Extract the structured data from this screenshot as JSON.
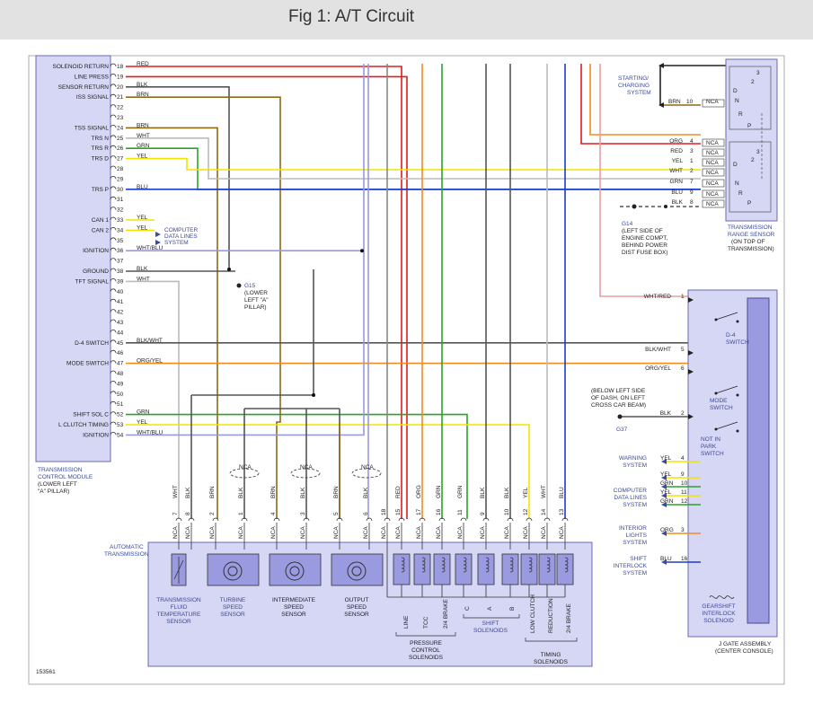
{
  "title": "Fig 1: A/T Circuit",
  "figure_id": "153561",
  "colors": {
    "red": "#e31b1b",
    "orange": "#f28c1e",
    "yellow": "#f2e300",
    "green": "#29a329",
    "blue": "#1c3cc8",
    "brown": "#8b6a14",
    "black": "#555555",
    "white": "#bbbbbb",
    "box": "#d6d6f5",
    "box_stroke": "#6a6ab0"
  },
  "tcm": {
    "title_lines": [
      "TRANSMISSION",
      "CONTROL MODULE",
      "(LOWER LEFT",
      "\"A\" PILLAR)"
    ],
    "pins": [
      {
        "num": "18",
        "label": "SOLENOID RETURN",
        "wire": "RED"
      },
      {
        "num": "19",
        "label": "LINE PRESS",
        "wire": ""
      },
      {
        "num": "20",
        "label": "SENSOR RETURN",
        "wire": "BLK"
      },
      {
        "num": "21",
        "label": "ISS SIGNAL",
        "wire": "BRN"
      },
      {
        "num": "22",
        "label": "",
        "wire": ""
      },
      {
        "num": "23",
        "label": "",
        "wire": ""
      },
      {
        "num": "24",
        "label": "TSS SIGNAL",
        "wire": "BRN"
      },
      {
        "num": "25",
        "label": "TRS N",
        "wire": "WHT"
      },
      {
        "num": "26",
        "label": "TRS R",
        "wire": "GRN"
      },
      {
        "num": "27",
        "label": "TRS D",
        "wire": "YEL"
      },
      {
        "num": "28",
        "label": "",
        "wire": ""
      },
      {
        "num": "29",
        "label": "",
        "wire": ""
      },
      {
        "num": "30",
        "label": "TRS P",
        "wire": "BLU"
      },
      {
        "num": "31",
        "label": "",
        "wire": ""
      },
      {
        "num": "32",
        "label": "",
        "wire": ""
      },
      {
        "num": "33",
        "label": "CAN 1",
        "wire": "YEL"
      },
      {
        "num": "34",
        "label": "CAN 2",
        "wire": "YEL"
      },
      {
        "num": "35",
        "label": "",
        "wire": ""
      },
      {
        "num": "36",
        "label": "IGNITION",
        "wire": "WHT/BLU"
      },
      {
        "num": "37",
        "label": "",
        "wire": ""
      },
      {
        "num": "38",
        "label": "GROUND",
        "wire": "BLK"
      },
      {
        "num": "39",
        "label": "TFT SIGNAL",
        "wire": "WHT"
      },
      {
        "num": "40",
        "label": "",
        "wire": ""
      },
      {
        "num": "41",
        "label": "",
        "wire": ""
      },
      {
        "num": "42",
        "label": "",
        "wire": ""
      },
      {
        "num": "43",
        "label": "",
        "wire": ""
      },
      {
        "num": "44",
        "label": "",
        "wire": ""
      },
      {
        "num": "45",
        "label": "D-4 SWITCH",
        "wire": "BLK/WHT"
      },
      {
        "num": "46",
        "label": "",
        "wire": ""
      },
      {
        "num": "47",
        "label": "MODE SWITCH",
        "wire": "ORG/YEL"
      },
      {
        "num": "48",
        "label": "",
        "wire": ""
      },
      {
        "num": "49",
        "label": "",
        "wire": ""
      },
      {
        "num": "50",
        "label": "",
        "wire": ""
      },
      {
        "num": "51",
        "label": "",
        "wire": ""
      },
      {
        "num": "52",
        "label": "SHIFT SOL C",
        "wire": "GRN"
      },
      {
        "num": "53",
        "label": "L CLUTCH TIMING",
        "wire": "YEL"
      },
      {
        "num": "54",
        "label": "IGNITION",
        "wire": "WHT/BLU"
      }
    ],
    "line_press_wire": "RED"
  },
  "computer_data_lines": [
    "COMPUTER",
    "DATA LINES",
    "SYSTEM"
  ],
  "ground_g15": [
    "G15",
    "(LOWER",
    "LEFT \"A\"",
    "PILLAR)"
  ],
  "transmission": {
    "title_lines": [
      "AUTOMATIC",
      "TRANSMISSION"
    ],
    "connector_top": [
      {
        "pin": "7",
        "wire": "WHT"
      },
      {
        "pin": "8",
        "wire": "BLK"
      },
      {
        "pin": "2",
        "wire": "BRN"
      },
      {
        "pin": "1",
        "wire": "BLK"
      },
      {
        "pin": "4",
        "wire": "BRN"
      },
      {
        "pin": "3",
        "wire": "BLK"
      },
      {
        "pin": "5",
        "wire": "BRN"
      },
      {
        "pin": "6",
        "wire": "BLK"
      },
      {
        "pin": "18",
        "wire": ""
      },
      {
        "pin": "15",
        "wire": "RED"
      },
      {
        "pin": "17",
        "wire": "ORG"
      },
      {
        "pin": "16",
        "wire": "GRN"
      },
      {
        "pin": "11",
        "wire": "GRN"
      },
      {
        "pin": "9",
        "wire": "BLK"
      },
      {
        "pin": "10",
        "wire": "BLK"
      },
      {
        "pin": "12",
        "wire": "YEL"
      },
      {
        "pin": "14",
        "wire": "WHT"
      },
      {
        "pin": "13",
        "wire": "BLU"
      }
    ],
    "nca": "NCA",
    "sensor_labels": [
      [
        "TRANSMISSION",
        "FLUID",
        "TEMPERATURE",
        "SENSOR"
      ],
      [
        "TURBINE",
        "SPEED",
        "SENSOR"
      ],
      [
        "INTERMEDIATE",
        "SPEED",
        "SENSOR"
      ],
      [
        "OUTPUT",
        "SPEED",
        "SENSOR"
      ]
    ],
    "pressure_solenoids": [
      "LINE",
      "TCC",
      "2/4 BRAKE"
    ],
    "pressure_group": [
      "PRESSURE",
      "CONTROL",
      "SOLENOIDS"
    ],
    "shift_solenoids": [
      "C",
      "A",
      "B"
    ],
    "shift_group": [
      "SHIFT",
      "SOLENOIDS"
    ],
    "timing_solenoids": [
      "LOW CLUTCH",
      "REDUCTION",
      "2/4 BRAKE"
    ],
    "timing_group": [
      "TIMING",
      "SOLENOIDS"
    ]
  },
  "trs": {
    "title_lines": [
      "TRANSMISSION",
      "RANGE SENSOR",
      "(ON TOP OF",
      "TRANSMISSION)"
    ],
    "starting": [
      "STARTING/",
      "CHARGING",
      "SYSTEM"
    ],
    "starting_wire": {
      "color": "BRN",
      "pin": "10",
      "nca": "NCA"
    },
    "pins": [
      {
        "pin": "4",
        "wire": "ORG",
        "nca": "NCA"
      },
      {
        "pin": "3",
        "wire": "RED",
        "nca": "NCA"
      },
      {
        "pin": "1",
        "wire": "YEL",
        "nca": "NCA"
      },
      {
        "pin": "2",
        "wire": "WHT",
        "nca": "NCA"
      },
      {
        "pin": "7",
        "wire": "GRN",
        "nca": "NCA"
      },
      {
        "pin": "9",
        "wire": "BLU",
        "nca": "NCA"
      },
      {
        "pin": "8",
        "wire": "BLK",
        "nca": "NCA"
      }
    ],
    "positions": [
      "3",
      "2",
      "D",
      "N",
      "R",
      "P"
    ],
    "ground": [
      "G14",
      "(LEFT SIDE OF",
      "ENGINE COMPT,",
      "BEHIND POWER",
      "DIST FUSE BOX)"
    ]
  },
  "jgate": {
    "title_lines": [
      "J GATE ASSEMBLY",
      "(CENTER CONSOLE)"
    ],
    "pins": [
      {
        "pin": "1",
        "wire": "WHT/RED"
      },
      {
        "pin": "5",
        "wire": "BLK/WHT"
      },
      {
        "pin": "6",
        "wire": "ORG/YEL"
      },
      {
        "pin": "2",
        "wire": "BLK"
      }
    ],
    "switch_labels": [
      [
        "D-4",
        "SWITCH"
      ],
      [
        "MODE",
        "SWITCH"
      ],
      [
        "NOT IN",
        "PARK",
        "SWITCH"
      ]
    ],
    "g37_note": [
      "(BELOW LEFT SIDE",
      "OF DASH, ON LEFT",
      "CROSS CAR BEAM)"
    ],
    "g37": "G37",
    "warning": {
      "label": [
        "WARNING",
        "SYSTEM"
      ],
      "wire": "YEL",
      "pin": "4"
    },
    "data_lines": {
      "label": [
        "COMPUTER",
        "DATA LINES",
        "SYSTEM"
      ],
      "wires": [
        {
          "wire": "YEL",
          "pin": "9"
        },
        {
          "wire": "GRN",
          "pin": "10"
        },
        {
          "wire": "YEL",
          "pin": "11"
        },
        {
          "wire": "GRN",
          "pin": "12"
        }
      ]
    },
    "interior": {
      "label": [
        "INTERIOR",
        "LIGHTS",
        "SYSTEM"
      ],
      "wire": "ORG",
      "pin": "3"
    },
    "interlock": {
      "label": [
        "SHIFT",
        "INTERLOCK",
        "SYSTEM"
      ],
      "wire": "BLU",
      "pin": "16"
    },
    "solenoid_label": [
      "GEARSHIFT",
      "INTERLOCK",
      "SOLENOID"
    ]
  }
}
